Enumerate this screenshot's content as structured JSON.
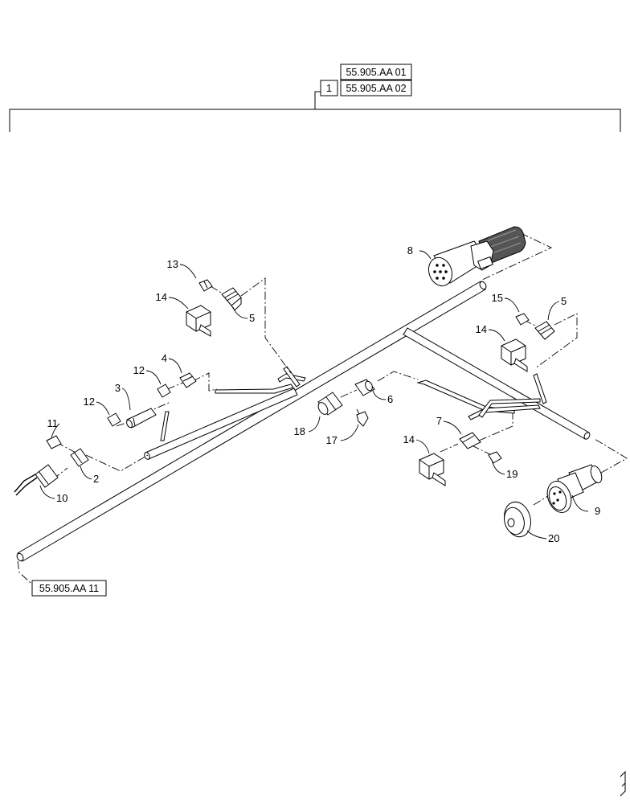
{
  "header": {
    "refs": [
      "55.905.AA 01",
      "55.905.AA 02"
    ],
    "qty": "1"
  },
  "footer_ref": "55.905.AA 11",
  "callouts": [
    "1",
    "2",
    "3",
    "4",
    "5",
    "6",
    "7",
    "8",
    "9",
    "10",
    "11",
    "12",
    "13",
    "14",
    "15",
    "17",
    "18",
    "19",
    "20"
  ],
  "labels": {
    "n2": "2",
    "n3": "3",
    "n4": "4",
    "n5a": "5",
    "n5b": "5",
    "n6": "6",
    "n7": "7",
    "n8": "8",
    "n9": "9",
    "n10": "10",
    "n11": "11",
    "n12a": "12",
    "n12b": "12",
    "n13": "13",
    "n14a": "14",
    "n14b": "14",
    "n14c": "14",
    "n15": "15",
    "n17": "17",
    "n18": "18",
    "n19": "19",
    "n20": "20"
  },
  "colors": {
    "line": "#000000",
    "background": "#ffffff",
    "part_fill": "#ffffff"
  }
}
